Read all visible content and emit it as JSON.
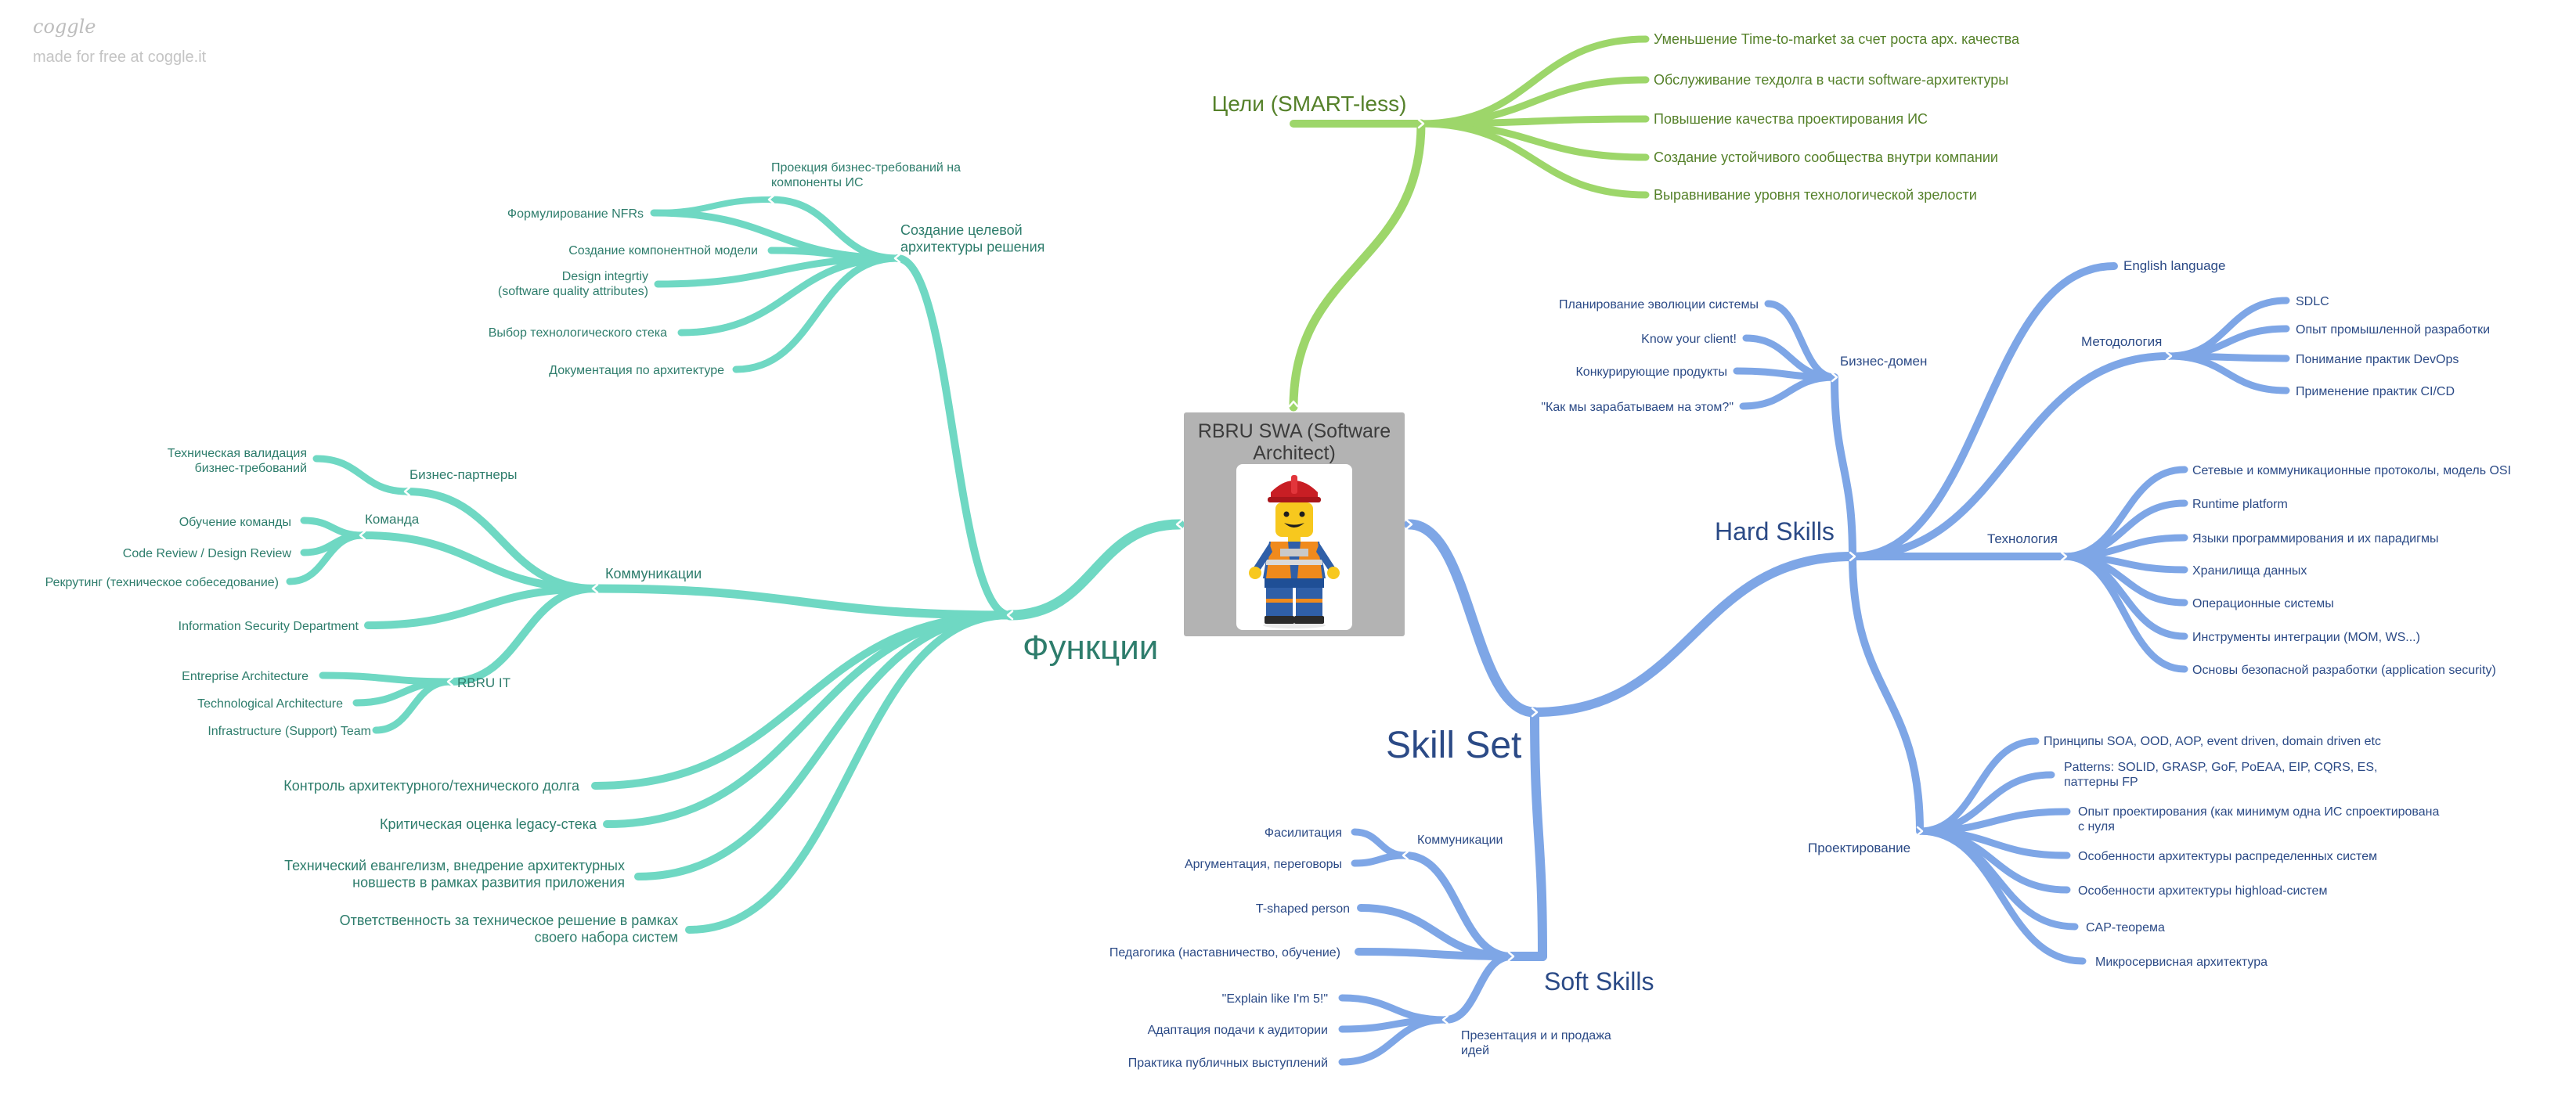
{
  "watermark": {
    "logo": "coggle",
    "subtitle": "made for free at coggle.it"
  },
  "colors": {
    "teal": "#6fd8c3",
    "teal_text": "#2e7d6c",
    "green": "#9dd66a",
    "green_text": "#55812a",
    "blue": "#7ea6e6",
    "blue_text": "#2b4a86",
    "root_bg": "#b3b3b3"
  },
  "root": {
    "title": "RBRU SWA (Software Architect)",
    "image": "lego-figure-hardhat-vest"
  },
  "goals": {
    "title": "Цели (SMART-less)",
    "items": [
      "Уменьшение Time-to-market за счет роста арх. качества",
      "Обслуживание техдолга в части software-архитектуры",
      "Повышение качества проектирования ИС",
      "Создание устойчивого сообщества внутри компании",
      "Выравнивание уровня технологической зрелости"
    ]
  },
  "functions": {
    "title": "Функции",
    "target_arch": {
      "title": "Создание целевой архитектуры решения",
      "items": [
        "Проекция бизнес-требований на компоненты ИС",
        "Формулирование NFRs",
        "Создание компонентной модели",
        "Design integrtiy (software quality attributes)",
        "Выбор технологического стека",
        "Документация по архитектуре"
      ]
    },
    "communications": {
      "title": "Коммуникации",
      "business_partners": {
        "title": "Бизнес-партнеры",
        "items": [
          "Техническая валидация бизнес-требований"
        ]
      },
      "team": {
        "title": "Команда",
        "items": [
          "Обучение команды",
          "Code Review / Design Review",
          "Рекрутинг (техническое собеседование)"
        ]
      },
      "infosec": "Information Security Department",
      "rbru_it": {
        "title": "RBRU IT",
        "items": [
          "Entreprise Architecture",
          "Technological Architecture",
          "Infrastructure (Support) Team"
        ]
      }
    },
    "items": [
      "Контроль архитектурного/технического долга",
      "Критическая оценка legacy-стека",
      "Технический евангелизм, внедрение архитектурных новшеств в рамках развития приложения",
      "Ответственность за техническое решение в рамках своего набора систем"
    ]
  },
  "skills": {
    "title": "Skill Set",
    "hard": {
      "title": "Hard Skills",
      "english": "English language",
      "business_domain": {
        "title": "Бизнес-домен",
        "items": [
          "Планирование эволюции системы",
          "Know your client!",
          "Конкурирующие продукты",
          "\"Как мы зарабатываем на этом?\""
        ]
      },
      "methodology": {
        "title": "Методология",
        "items": [
          "SDLC",
          "Опыт промышленной разработки",
          "Понимание практик DevOps",
          "Применение практик CI/CD"
        ]
      },
      "technology": {
        "title": "Технология",
        "items": [
          "Сетевые и коммуникационные протоколы, модель OSI",
          "Runtime platform",
          "Языки программирования и их парадигмы",
          "Хранилища данных",
          "Операционные системы",
          "Инструменты интеграции (MOM, WS...)",
          "Основы безопасной разработки (application security)"
        ]
      },
      "design": {
        "title": "Проектирование",
        "items": [
          "Принципы SOA, OOD, AOP, event driven, domain driven etc",
          "Patterns: SOLID, GRASP, GoF, PoEAA, EIP, CQRS, ES, паттерны FP",
          "Опыт проектирования (как минимум одна ИС спроектирована с нуля",
          "Особенности архитектуры распределенных систем",
          "Особенности архитектуры highload-систем",
          "CAP-теорема",
          "Микросервисная архитектура"
        ]
      }
    },
    "soft": {
      "title": "Soft Skills",
      "communications": {
        "title": "Коммуникации",
        "items": [
          "Фасилитация",
          "Аргументация, переговоры"
        ]
      },
      "items": [
        "T-shaped person",
        "Педагогика (наставничество, обучение)"
      ],
      "presentation": {
        "title": "Презентация и и продажа идей",
        "items": [
          "\"Explain like I'm 5!\"",
          "Адаптация подачи к аудитории",
          "Практика публичных выступлений"
        ]
      }
    }
  }
}
